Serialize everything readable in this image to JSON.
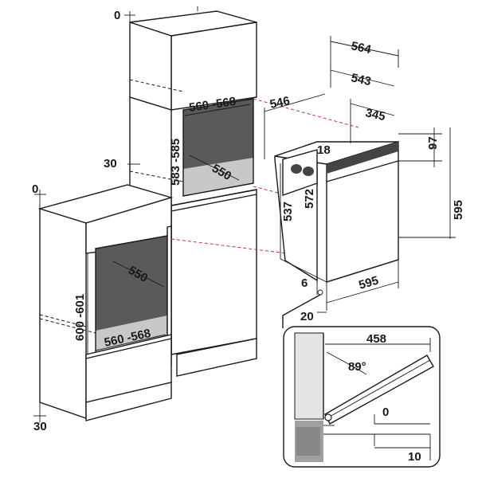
{
  "labels": {
    "tall_top_offset": "0",
    "base_top_offset": "0",
    "tall_side_offset": "30",
    "base_bottom_offset": "30",
    "tall_niche_width": "560 -568",
    "tall_niche_height": "583 -585",
    "tall_niche_depth": "550",
    "base_niche_depth": "550",
    "base_niche_height": "600 -601",
    "base_niche_width": "560 -568",
    "oven_total_depth": "564",
    "oven_body_depth": "543",
    "oven_panel_depth": "546",
    "oven_rear_depth": "345",
    "oven_top_small": "18",
    "oven_panel_top": "97",
    "oven_body_height": "537",
    "oven_body_height2": "572",
    "oven_total_height": "595",
    "oven_bottom_gap": "6",
    "oven_width": "595",
    "oven_front_offset": "20",
    "door_open_depth": "458",
    "door_angle": "89°",
    "door_zero": "0",
    "door_clearance": "10"
  }
}
